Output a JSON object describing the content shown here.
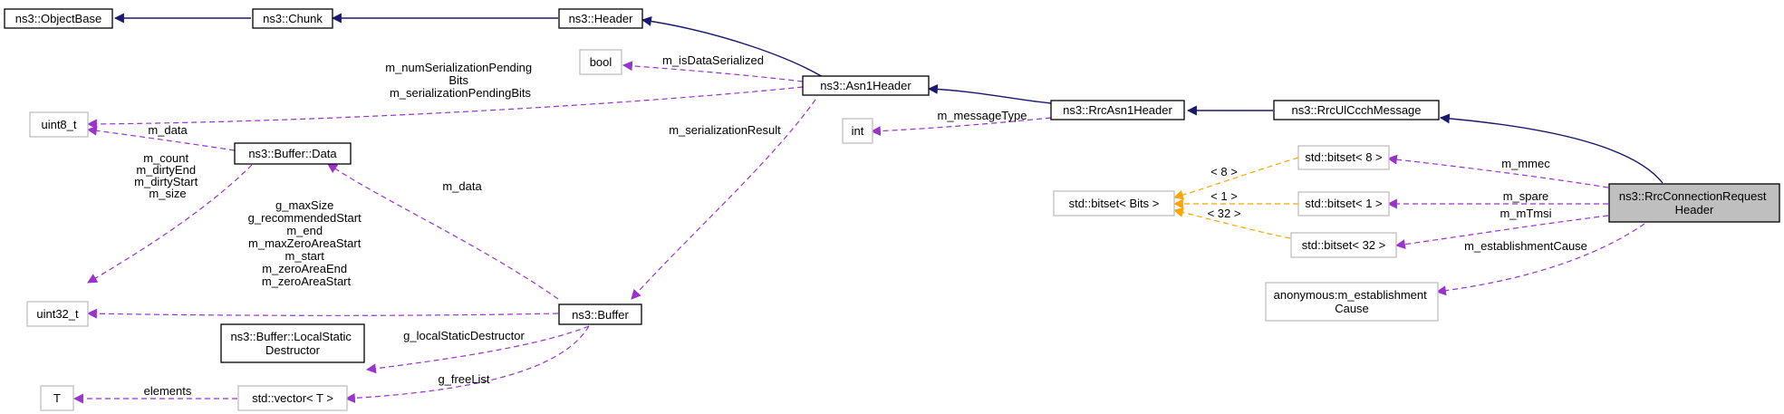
{
  "nodes": {
    "object_base": [
      "ns3::ObjectBase"
    ],
    "chunk": [
      "ns3::Chunk"
    ],
    "header": [
      "ns3::Header"
    ],
    "asn1_header": [
      "ns3::Asn1Header"
    ],
    "rrc_asn1_header": [
      "ns3::RrcAsn1Header"
    ],
    "rrc_ul_ccch_message": [
      "ns3::RrcUlCcchMessage"
    ],
    "rrc_connection_request_header": [
      "ns3::RrcConnectionRequest",
      "Header"
    ],
    "bool": [
      "bool"
    ],
    "int": [
      "int"
    ],
    "uint8_t": [
      "uint8_t"
    ],
    "buffer_data": [
      "ns3::Buffer::Data"
    ],
    "uint32_t": [
      "uint32_t"
    ],
    "buffer": [
      "ns3::Buffer"
    ],
    "local_static_destructor": [
      "ns3::Buffer::LocalStatic",
      "Destructor"
    ],
    "t": [
      "T"
    ],
    "vector_t": [
      "std::vector< T >"
    ],
    "bitset_8": [
      "std::bitset< 8 >"
    ],
    "bitset_1": [
      "std::bitset< 1 >"
    ],
    "bitset_32": [
      "std::bitset< 32 >"
    ],
    "bitset_bits": [
      "std::bitset< Bits >"
    ],
    "establishment_cause": [
      "anonymous:m_establishment",
      "Cause"
    ]
  },
  "edge_labels": {
    "is_data_serialized": [
      "m_isDataSerialized"
    ],
    "serialization_pending": [
      "m_numSerializationPending",
      "Bits",
      "m_serializationPendingBits"
    ],
    "buffer_data_m_data": [
      "m_data"
    ],
    "buffer_data_sizes": [
      "m_count",
      "m_dirtyEnd",
      "m_dirtyStart",
      "m_size"
    ],
    "serialization_result": [
      "m_serializationResult"
    ],
    "buffer_m_data": [
      "m_data"
    ],
    "buffer_sizes": [
      "g_maxSize",
      "g_recommendedStart",
      "m_end",
      "m_maxZeroAreaStart",
      "m_start",
      "m_zeroAreaEnd",
      "m_zeroAreaStart"
    ],
    "local_static_destructor": [
      "g_localStaticDestructor"
    ],
    "free_list": [
      "g_freeList"
    ],
    "elements": [
      "elements"
    ],
    "message_type": [
      "m_messageType"
    ],
    "mmec": [
      "m_mmec"
    ],
    "spare": [
      "m_spare"
    ],
    "mtmsi": [
      "m_mTmsi"
    ],
    "establishment_cause": [
      "m_establishmentCause"
    ],
    "tmpl_8": [
      "< 8 >"
    ],
    "tmpl_1": [
      "< 1 >"
    ],
    "tmpl_32": [
      "< 32 >"
    ]
  },
  "colors": {
    "inheritance_edge": "#191970",
    "member_edge": "#9a32cd",
    "template_edge": "#ffa500",
    "focus_node_fill": "#bfbfbf",
    "grey_border": "#bfbfbf"
  }
}
